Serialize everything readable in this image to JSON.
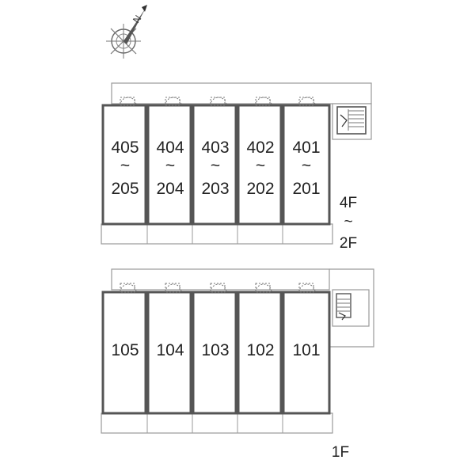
{
  "compass": {
    "label": "N"
  },
  "upper_block": {
    "floor_top": "4F",
    "floor_sep": "~",
    "floor_bottom": "2F",
    "units": [
      {
        "top": "405",
        "sep": "~",
        "bottom": "205"
      },
      {
        "top": "404",
        "sep": "~",
        "bottom": "204"
      },
      {
        "top": "403",
        "sep": "~",
        "bottom": "203"
      },
      {
        "top": "402",
        "sep": "~",
        "bottom": "202"
      },
      {
        "top": "401",
        "sep": "~",
        "bottom": "201"
      }
    ]
  },
  "lower_block": {
    "floor": "1F",
    "units": [
      {
        "label": "105"
      },
      {
        "label": "104"
      },
      {
        "label": "103"
      },
      {
        "label": "102"
      },
      {
        "label": "101"
      }
    ]
  },
  "colors": {
    "wall": "#555555",
    "outline": "#9a9a9a",
    "text": "#222222"
  }
}
